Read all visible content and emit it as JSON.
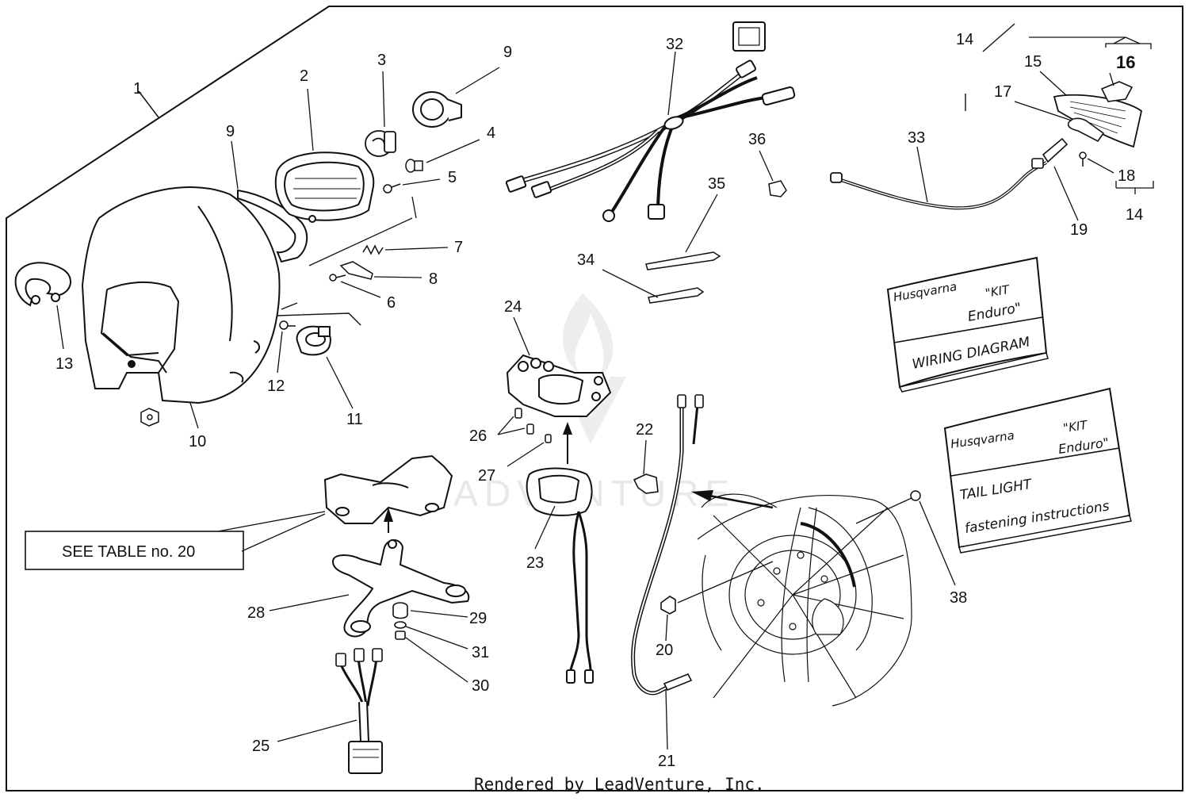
{
  "callouts": {
    "c1": "1",
    "c2": "2",
    "c3": "3",
    "c4": "4",
    "c5": "5",
    "c6": "6",
    "c7": "7",
    "c8": "8",
    "c9a": "9",
    "c9b": "9",
    "c10": "10",
    "c11": "11",
    "c12": "12",
    "c13": "13",
    "c14a": "14",
    "c14b": "14",
    "c15": "15",
    "c16": "16",
    "c17": "17",
    "c18": "18",
    "c19": "19",
    "c20": "20",
    "c21": "21",
    "c22": "22",
    "c23": "23",
    "c24": "24",
    "c25": "25",
    "c26": "26",
    "c27": "27",
    "c28": "28",
    "c29": "29",
    "c30": "30",
    "c31": "31",
    "c32": "32",
    "c33": "33",
    "c34": "34",
    "c35": "35",
    "c36": "36",
    "c38": "38"
  },
  "see_table_label": "SEE TABLE no. 20",
  "manual_wiring": {
    "brand": "Husqvarna",
    "kit_line1": "\"KIT",
    "kit_line2": "Enduro\"",
    "title": "WIRING DIAGRAM"
  },
  "manual_taillight": {
    "brand": "Husqvarna",
    "kit_line1": "\"KIT",
    "kit_line2": "Enduro\"",
    "title_line1": "TAIL LIGHT",
    "title_line2": "fastening instructions"
  },
  "watermark_text": "LEADVENTURE",
  "footer_text": "Rendered by LeadVenture, Inc."
}
